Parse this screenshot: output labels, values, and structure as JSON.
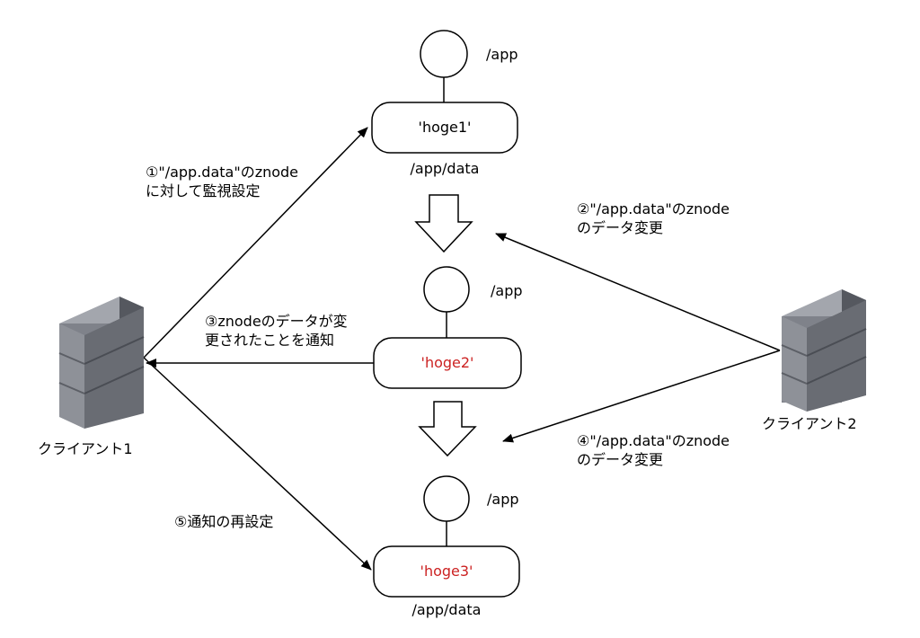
{
  "colors": {
    "line": "#000000",
    "node_value_normal": "#000000",
    "node_value_changed": "#cc2222",
    "server_body": "#6b6e75",
    "server_face": "#8a8d94"
  },
  "nodes": [
    {
      "parent_label": "/app",
      "value": "'hoge1'",
      "path_label": "/app/data"
    },
    {
      "parent_label": "/app",
      "value": "'hoge2'"
    },
    {
      "parent_label": "/app",
      "value": "'hoge3'",
      "path_label": "/app/data"
    }
  ],
  "clients": [
    {
      "label": "クライアント1",
      "icon": "server-icon"
    },
    {
      "label": "クライアント2",
      "icon": "server-icon"
    }
  ],
  "steps": [
    {
      "line1": "①\"/app.data\"のznode",
      "line2": "に対して監視設定"
    },
    {
      "line1": "②\"/app.data\"のznode",
      "line2": "のデータ変更"
    },
    {
      "line1": "③znodeのデータが変",
      "line2": "更されたことを通知"
    },
    {
      "line1": "④\"/app.data\"のznode",
      "line2": "のデータ変更"
    },
    {
      "line1": "⑤通知の再設定"
    }
  ]
}
